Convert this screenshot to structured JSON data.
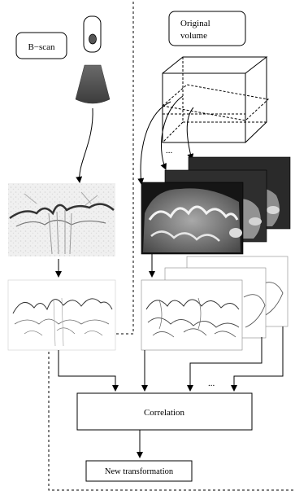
{
  "labels": {
    "bscan": "B−scan",
    "original_volume_line1": "Original",
    "original_volume_line2": "volume",
    "correlation": "Correlation",
    "new_transformation": "New transformation",
    "ellipsis_volume": "...",
    "ellipsis_slices": "..."
  },
  "icons": [
    "ultrasound-probe-icon"
  ],
  "images": [
    "ultrasound-bscan-image",
    "bscan-edge-map",
    "mri-slice-stack",
    "mri-edge-map-stack"
  ]
}
